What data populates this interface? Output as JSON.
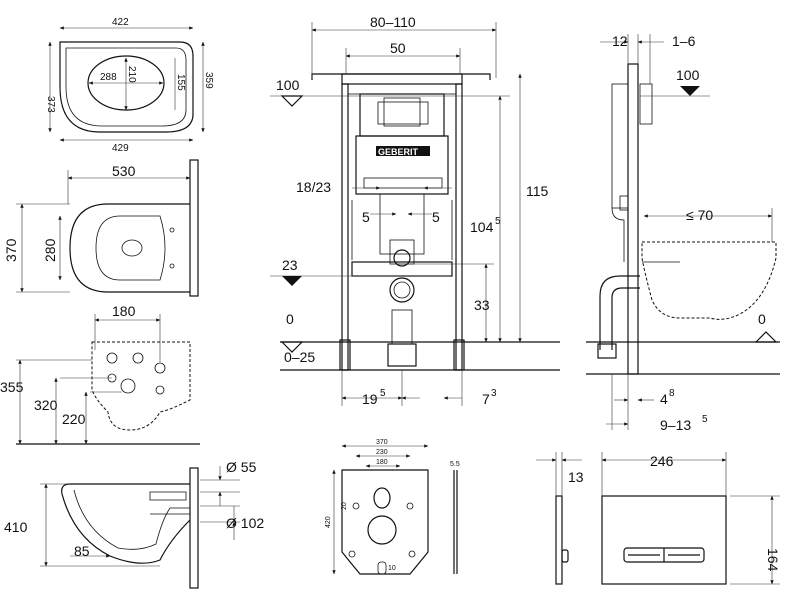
{
  "seat": {
    "width_top": "422",
    "depth_left": "373",
    "depth_right": "359",
    "inner_w": "288",
    "inner_d": "210",
    "inner_side": "155",
    "width_bottom": "429"
  },
  "bowl_top": {
    "length": "530",
    "width": "370",
    "inner": "280"
  },
  "bowl_rear": {
    "bolt_spacing": "180",
    "h1": "355",
    "h2": "320",
    "h3": "220"
  },
  "bowl_side": {
    "height": "410",
    "drop": "85",
    "inlet": "Ø 55",
    "outlet": "Ø 102"
  },
  "frame_front": {
    "width_range": "80–110",
    "inner_w": "50",
    "level_100": "100",
    "brand": "GEBERIT",
    "dim_18_23": "18/23",
    "dim_5_left": "5",
    "dim_5_right": "5",
    "level_23": "23",
    "height_115": "115",
    "height_1045": "104",
    "height_1045_sup": "5",
    "dim_33": "33",
    "level_0": "0",
    "level_0_25": "0–25",
    "dim_195": "19",
    "dim_195_sup": "5",
    "dim_73": "7",
    "dim_73_sup": "3"
  },
  "frame_side": {
    "dim_12": "12",
    "dim_1_6": "1–6",
    "level_100": "100",
    "projection": "≤ 70",
    "level_0": "0",
    "dim_48": "4",
    "dim_48_sup": "8",
    "dim_9_135": "9–13",
    "dim_9_135_sup": "5"
  },
  "gasket": {
    "w_370": "370",
    "w_230": "230",
    "w_180": "180",
    "h_420": "420",
    "d_20": "20",
    "d_10": "10",
    "t_5_5": "5.5"
  },
  "plate": {
    "thickness": "13",
    "width": "246",
    "height": "164"
  }
}
